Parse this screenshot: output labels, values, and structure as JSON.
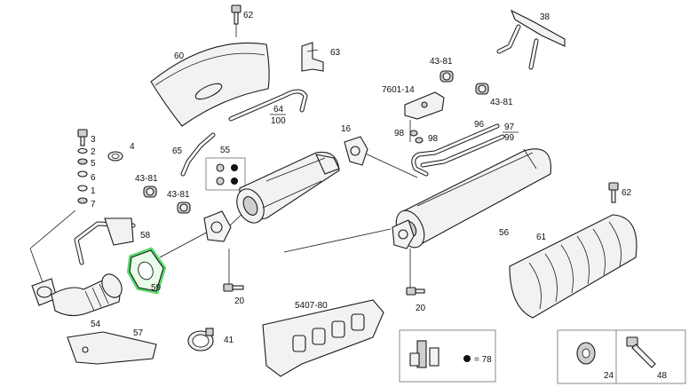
{
  "labels": {
    "p62a": "62",
    "p38": "38",
    "p60": "60",
    "p63": "63",
    "p43_81a": "43-81",
    "p7601_14": "7601-14",
    "p43_81b": "43-81",
    "p64": "64",
    "p100": "100",
    "p96": "96",
    "p97": "97",
    "p99": "99",
    "p98a": "98",
    "p98b": "98",
    "p16": "16",
    "p3": "3",
    "p2": "2",
    "p5": "5",
    "p6": "6",
    "p1": "1",
    "p7": "7",
    "p4": "4",
    "p65": "65",
    "p55": "55",
    "p43_81c": "43-81",
    "p43_81d": "43-81",
    "p58": "58",
    "p59": "59",
    "p54": "54",
    "p20a": "20",
    "p56": "56",
    "p61": "61",
    "p62b": "62",
    "p20b": "20",
    "p5407_80": "5407-80",
    "p57": "57",
    "p41": "41",
    "p78": "= 78",
    "p24": "24",
    "p48": "48"
  },
  "highlight": {
    "part": "59",
    "color": "#39d353"
  }
}
